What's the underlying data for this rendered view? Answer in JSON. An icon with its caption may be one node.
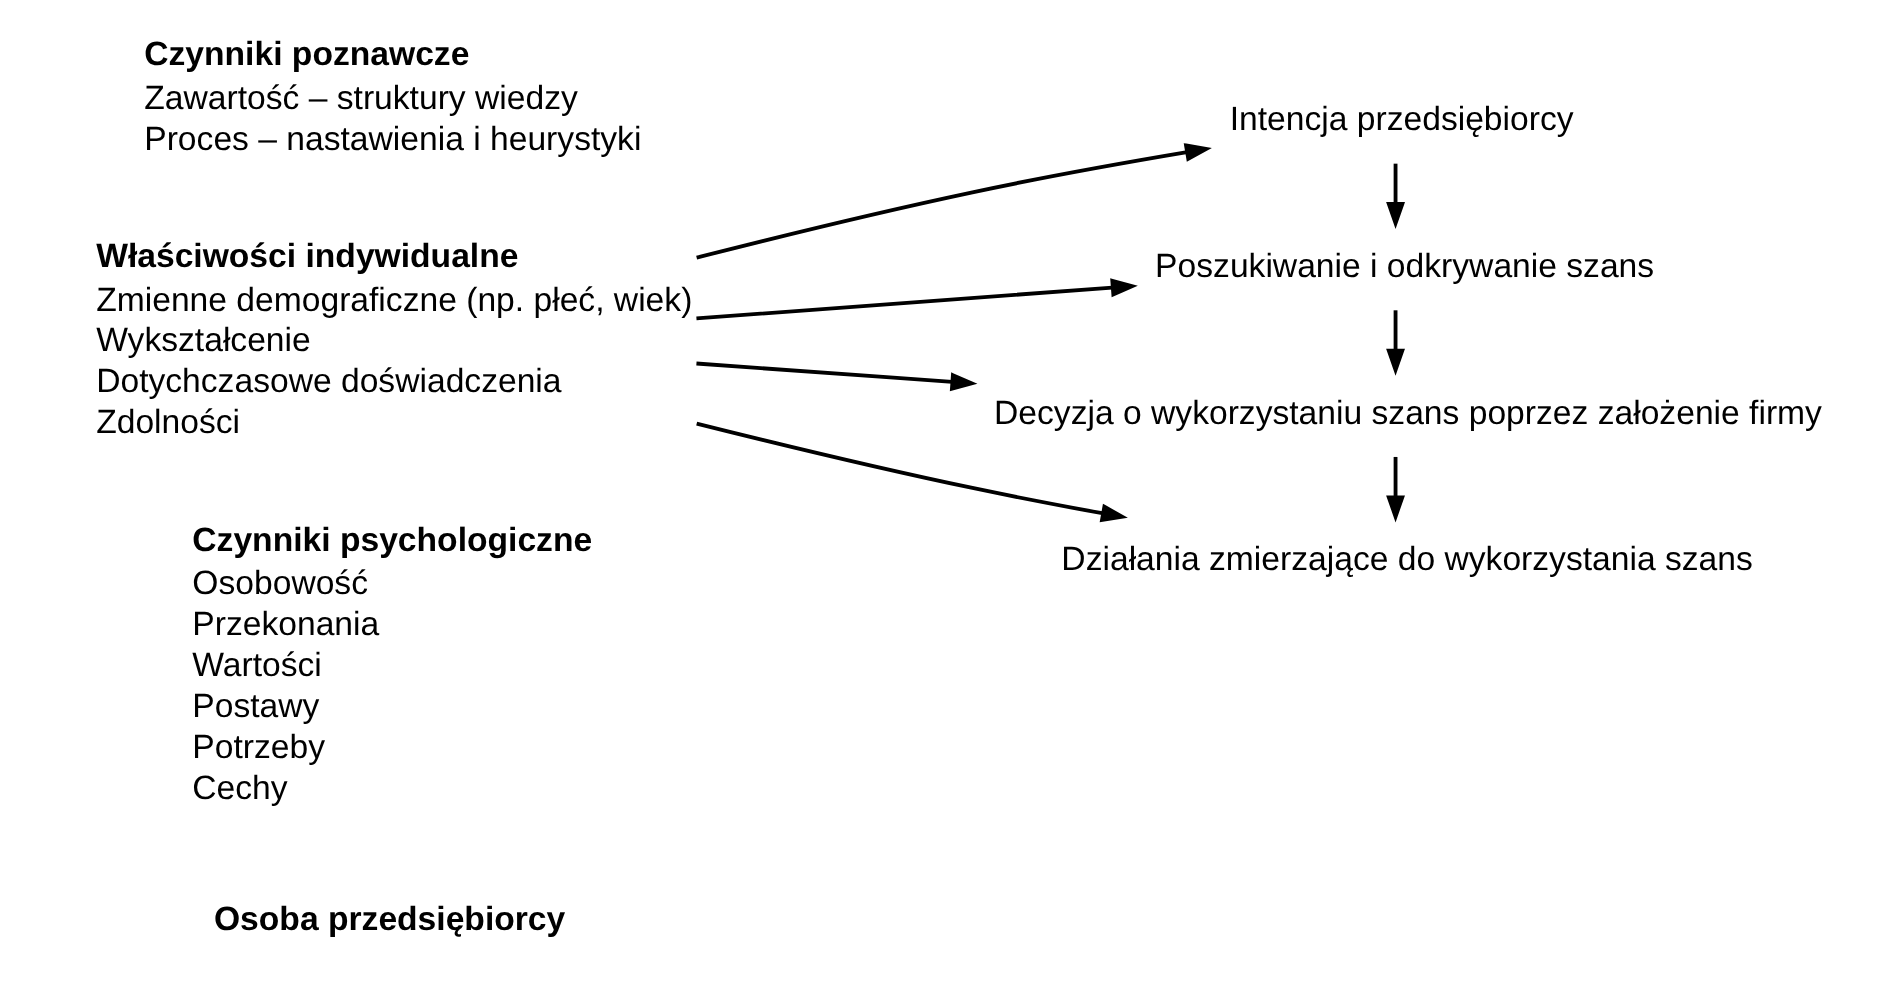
{
  "diagram": {
    "nodes": [
      {
        "text": [
          "Czynniki psychologiczne",
          "Osobowość",
          "Przekonania",
          "Wartości",
          "Postawy",
          "Potrzeby",
          "Cechy"
        ]
      },
      {
        "text": [
          "Właściwości indywidualne",
          "Zmienne demograficzne (np. płeć, wiek)",
          "Wykształcenie",
          "Dotychczasowe doświadczenia",
          "Zdolności"
        ]
      },
      {
        "text": [
          "Czynniki poznawcze",
          "Zawartość – struktury wiedzy",
          "Proces – nastawienia i heurystyki"
        ]
      },
      {
        "text": [
          "Intencja przedsiębiorcy"
        ]
      },
      {
        "text": [
          "Poszukiwanie i odkrywanie szans"
        ]
      },
      {
        "text": [
          "Decyzja o wykorzystaniu szans poprzez założenie firmy"
        ]
      },
      {
        "text": [
          "Działania zmierzające do wykorzystania szans"
        ]
      }
    ],
    "edges": [
      {
        "from": 1,
        "to": 3,
        "arrow": "to"
      },
      {
        "from": 1,
        "to": 4,
        "arrow": "to"
      },
      {
        "from": 1,
        "to": 5,
        "arrow": "to"
      },
      {
        "from": 1,
        "to": 6,
        "arrow": "to"
      },
      {
        "from": 3,
        "to": 4,
        "arrow": "to"
      },
      {
        "from": 4,
        "to": 5,
        "arrow": "to"
      },
      {
        "from": 5,
        "to": 6,
        "arrow": "to"
      }
    ],
    "labels": [
      "Osoba przedsiębiorcy"
    ]
  }
}
